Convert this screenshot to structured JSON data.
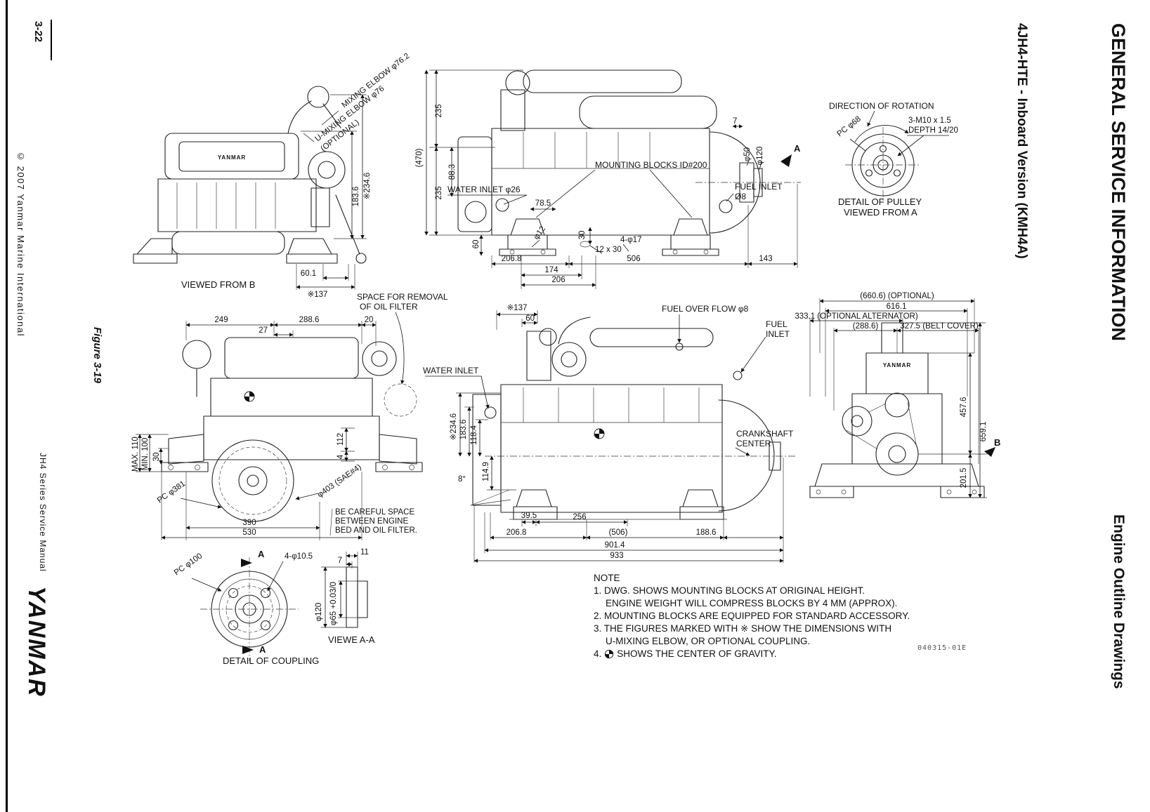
{
  "page": {
    "number": "3-22",
    "copyright": "© 2007 Yanmar Marine International",
    "manual": "JH4 Series Service Manual",
    "logo": "YANMAR",
    "header": "GENERAL SERVICE INFORMATION",
    "subheader": "4JH4-HTE - Inboard Version (KMH4A)",
    "section": "Engine Outline Drawings",
    "figure": "Figure 3-19",
    "doc_code": "040315-01E"
  },
  "view_b": {
    "caption": "VIEWED FROM B",
    "mixing_elbow": "MIXING ELBOW φ76.2",
    "u_mixing_elbow": "U-MIXING ELBOW φ76",
    "optional": "(OPTIONAL)",
    "dim_234_6": "※234.6",
    "dim_183_6": "183.6",
    "dim_60_1": "60.1",
    "dim_137": "※137",
    "brand": "YANMAR"
  },
  "view_side_top": {
    "dim_235_top": "235",
    "dim_470": "(470)",
    "dim_88_3": "88.3",
    "dim_235_bottom": "235",
    "water_inlet": "WATER INLET φ26",
    "dim_78_5": "78.5",
    "mounting_blocks": "MOUNTING BLOCKS ID#200",
    "fuel_inlet": "FUEL INLET",
    "fuel_inlet_dia": "Ø8",
    "dim_phi50": "φ50",
    "dim_phi120": "φ120",
    "dim_7": "7",
    "view_arrow_a": "A",
    "dim_60": "60",
    "dim_phi12": "φ12",
    "dim_30": "30",
    "dim_12x30": "12 x 30",
    "dim_4_phi17": "4-φ17",
    "dim_206_8": "206.8",
    "dim_174": "174",
    "dim_206": "206",
    "dim_506": "506",
    "dim_143": "143"
  },
  "view_pulley": {
    "title": "DIRECTION OF ROTATION",
    "pc": "PC φ68",
    "bolt": "3-M10 x 1.5",
    "depth": "DEPTH 14/20",
    "caption1": "DETAIL OF PULLEY",
    "caption2": "VIEWED FROM A"
  },
  "view_front": {
    "space1": "SPACE FOR REMOVAL",
    "space2": "OF OIL FILTER",
    "dim_249": "249",
    "dim_288_6": "288.6",
    "dim_20": "20",
    "dim_27": "27",
    "dim_max110": "MAX. 110",
    "dim_min100": "MIN. 100",
    "dim_30": "30",
    "pc381": "PC φ381",
    "dim_390": "390",
    "dim_530": "530",
    "dim_4": "4",
    "dim_112": "112",
    "sae": "φ403 (SAE#4)",
    "careful1": "BE CAREFUL SPACE",
    "careful2": "BETWEEN ENGINE",
    "careful3": "BED AND OIL FILTER."
  },
  "view_coupling": {
    "arrow_a_top": "A",
    "arrow_a_bottom": "A",
    "bolt": "4-φ10.5",
    "pc100": "PC φ100",
    "dim_7": "7",
    "dim_11": "11",
    "dim_phi120": "φ120",
    "dim_phi65": "φ65 +0.03/0",
    "view_aa": "VIEWE A-A",
    "caption": "DETAIL OF COUPLING"
  },
  "view_side2": {
    "dim_137": "※137",
    "dim_60": "60",
    "fuel_overflow": "FUEL OVER FLOW φ8",
    "fuel1": "FUEL",
    "fuel2": "INLET",
    "water_inlet": "WATER INLET",
    "dim_234_6": "※234.6",
    "dim_183_6": "183.6",
    "dim_118_4": "118.4",
    "dim_114_9": "114.9",
    "dim_8deg": "8°",
    "dim_39_5": "39.5",
    "dim_256": "256",
    "dim_206_8": "206.8",
    "dim_506": "(506)",
    "dim_188_6": "188.6",
    "dim_901_4": "901.4",
    "dim_933": "933",
    "crank1": "CRANKSHAFT",
    "crank2": "CENTER"
  },
  "view_rear": {
    "dim_660_6": "(660.6) (OPTIONAL)",
    "dim_616_1": "616.1",
    "dim_333_1": "333.1 (OPTIONAL ALTERNATOR)",
    "dim_288_6": "(288.6)",
    "dim_327_5": "327.5 (BELT COVER)",
    "dim_457_6": "457.6",
    "dim_659_1": "659.1",
    "dim_201_5": "201.5",
    "view_arrow_b": "B",
    "brand": "YANMAR"
  },
  "notes": {
    "title": "NOTE",
    "n1a": "1. DWG. SHOWS MOUNTING BLOCKS AT ORIGINAL HEIGHT.",
    "n1b": "ENGINE WEIGHT WILL COMPRESS BLOCKS BY 4 MM (APPROX).",
    "n2": "2. MOUNTING BLOCKS ARE EQUIPPED FOR STANDARD ACCESSORY.",
    "n3a": "3. THE FIGURES MARKED WITH ※ SHOW THE DIMENSIONS WITH",
    "n3b": "U-MIXING ELBOW, OR OPTIONAL COUPLING.",
    "n4_prefix": "4.",
    "n4_text": "SHOWS THE CENTER OF GRAVITY."
  }
}
